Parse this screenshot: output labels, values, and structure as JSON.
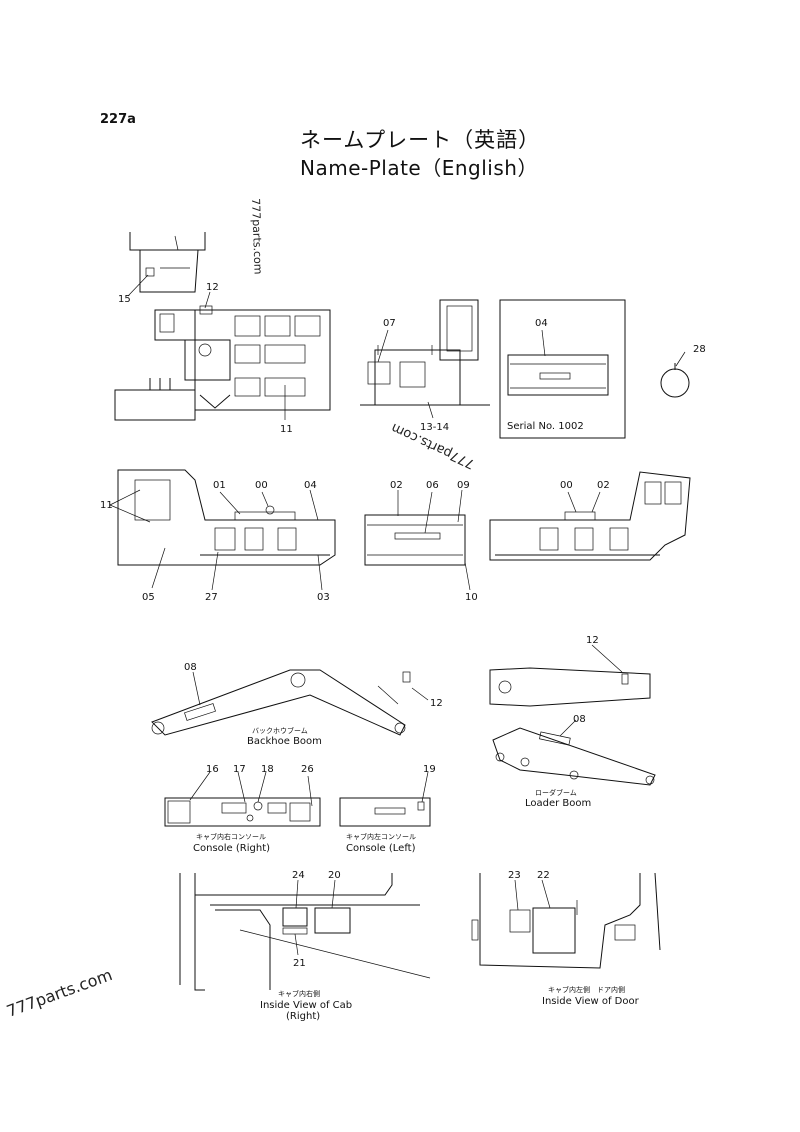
{
  "page_id": "227a",
  "title_jp": "ネームプレート（英語）",
  "title_en": "Name-Plate（English）",
  "watermarks": [
    "777parts.com",
    "777parts.com",
    "777parts.com"
  ],
  "serial_note": "Serial No. 1002",
  "part_labels": {
    "p15": "15",
    "p12a": "12",
    "p11a": "11",
    "p07": "07",
    "p13_14": "13-14",
    "p04a": "04",
    "p28": "28",
    "p11b": "11",
    "p01": "01",
    "p00a": "00",
    "p04b": "04",
    "p05": "05",
    "p27": "27",
    "p03": "03",
    "p02a": "02",
    "p06": "06",
    "p09": "09",
    "p10": "10",
    "p00b": "00",
    "p02b": "02",
    "p08a": "08",
    "p12b": "12",
    "p12c": "12",
    "p08b": "08",
    "p16": "16",
    "p17": "17",
    "p18": "18",
    "p26": "26",
    "p19": "19",
    "p24": "24",
    "p20": "20",
    "p21": "21",
    "p23": "23",
    "p22": "22"
  },
  "captions": {
    "backhoe_jp": "バックホウブーム",
    "backhoe_en": "Backhoe Boom",
    "loader_jp": "ローダブーム",
    "loader_en": "Loader Boom",
    "console_r_jp": "キャブ内右コンソール",
    "console_r_en": "Console (Right)",
    "console_l_jp": "キャブ内左コンソール",
    "console_l_en": "Console (Left)",
    "cab_jp": "キャブ内右側",
    "cab_en": "Inside View of Cab",
    "cab_en2": "(Right)",
    "door_jp": "キャブ内左側　ドア内側",
    "door_en": "Inside View of Door"
  }
}
